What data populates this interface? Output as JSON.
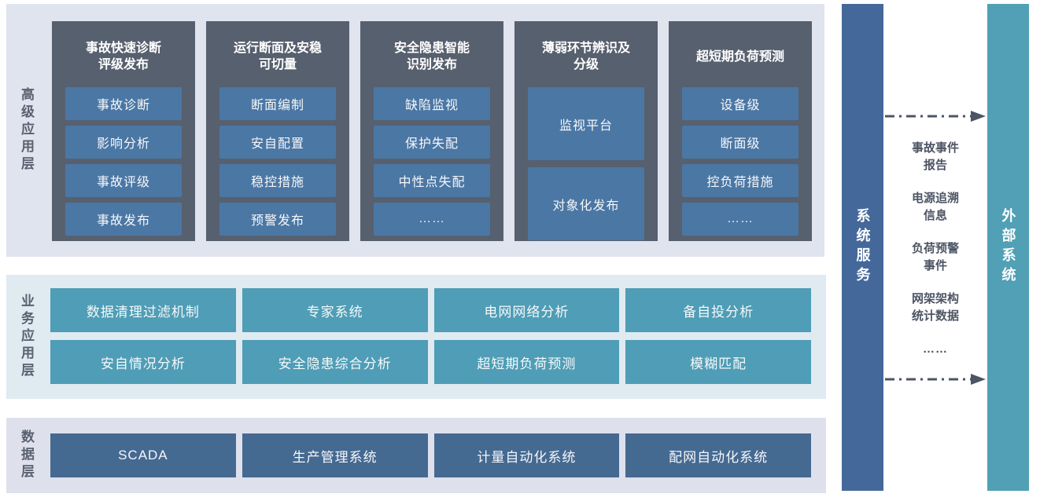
{
  "advanced_layer": {
    "label": "高级应用层",
    "columns": [
      {
        "title": "事故快速诊断\n评级发布",
        "items": [
          "事故诊断",
          "影响分析",
          "事故评级",
          "事故发布"
        ]
      },
      {
        "title": "运行断面及安稳\n可切量",
        "items": [
          "断面编制",
          "安自配置",
          "稳控措施",
          "预警发布"
        ]
      },
      {
        "title": "安全隐患智能\n识别发布",
        "items": [
          "缺陷监视",
          "保护失配",
          "中性点失配",
          "……"
        ]
      },
      {
        "title": "薄弱环节辨识及\n分级",
        "items": [
          "监视平台",
          "对象化发布"
        ]
      },
      {
        "title": "超短期负荷预测",
        "items": [
          "设备级",
          "断面级",
          "控负荷措施",
          "……"
        ]
      }
    ]
  },
  "business_layer": {
    "label": "业务应用层",
    "rows": [
      [
        "数据清理过滤机制",
        "专家系统",
        "电网网络分析",
        "备自投分析"
      ],
      [
        "安自情况分析",
        "安全隐患综合分析",
        "超短期负荷预测",
        "模糊匹配"
      ]
    ]
  },
  "data_layer": {
    "label": "数据层",
    "items": [
      "SCADA",
      "生产管理系统",
      "计量自动化系统",
      "配网自动化系统"
    ]
  },
  "right_panel": {
    "system_service_label": "系统服务",
    "external_system_label": "外部系统",
    "exchange_items": [
      "事故事件\n报告",
      "电源追溯\n信息",
      "负荷预警\n事件",
      "网架架构\n统计数据",
      "……"
    ]
  },
  "colors": {
    "top_section_bg": "#e0e4ee",
    "business_section_bg": "#dfeaf1",
    "data_section_bg": "#dee1ec",
    "column_bg": "#57606e",
    "top_chip_bg": "#4b77a4",
    "business_box_bg": "#4f9db6",
    "data_box_bg": "#456a92",
    "system_service_bar_bg": "#44689a",
    "external_system_bar_bg": "#51a0b5",
    "label_text": "#5a6170",
    "exchange_text": "#4d5564"
  }
}
